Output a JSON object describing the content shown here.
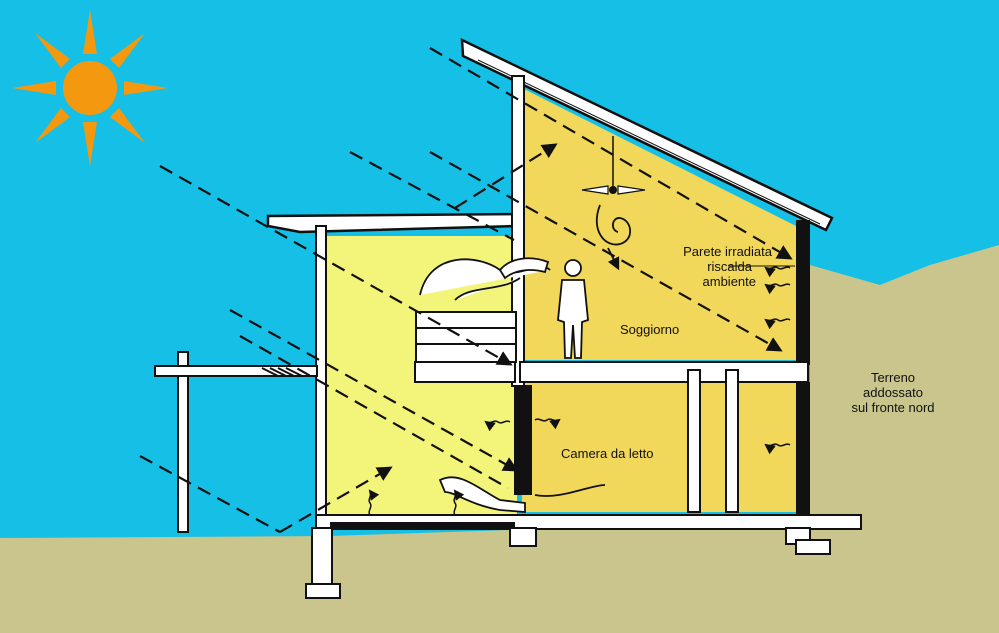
{
  "labels": {
    "wall_heating": [
      "Parete irradiata",
      "riscalda",
      "ambiente"
    ],
    "living_room": "Soggiorno",
    "bedroom": "Camera da letto",
    "terrain": [
      "Terreno",
      "addossato",
      "sul fronte nord"
    ]
  },
  "colors": {
    "sky": "#15bfe5",
    "ground": "#c9c58c",
    "sun": "#f4990f",
    "room_light": "#f3f57a",
    "room_warm": "#f1d75a",
    "structure": "#ffffff",
    "outline": "#111111"
  },
  "icons": [
    "sun-icon",
    "person-icon",
    "ceiling-fan-icon",
    "air-swirl-icon",
    "heat-wave-icon",
    "air-flow-arrow-icon"
  ]
}
